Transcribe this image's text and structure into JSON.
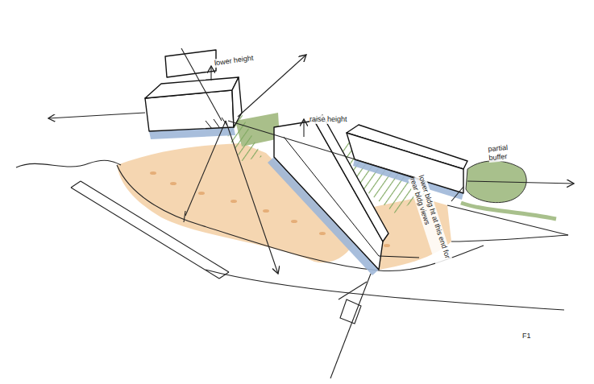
{
  "diagram": {
    "labels": [
      "lower height",
      "raise height",
      "partial buffer",
      "lower bldg ht at this end for rear bldg views",
      "F1"
    ]
  }
}
